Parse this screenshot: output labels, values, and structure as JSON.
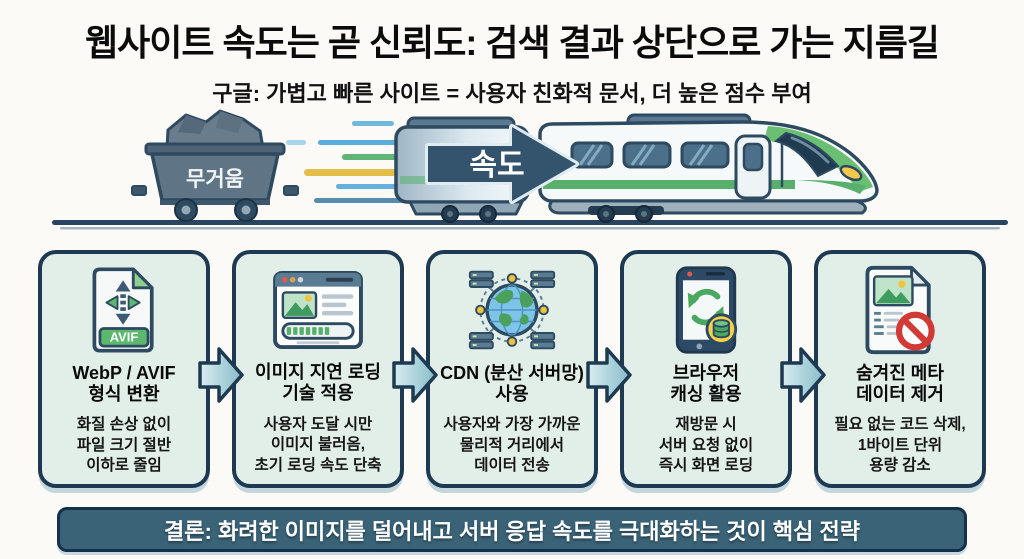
{
  "header": {
    "title": "웹사이트 속도는 곧 신뢰도: 검색 결과 상단으로 가는 지름길",
    "subtitle": "구글: 가볍고 빠른 사이트 = 사용자 친화적 문서, 더 높은 점수 부여"
  },
  "illustration": {
    "cart_label": "무거움",
    "speed_arrow_label": "속도"
  },
  "cards": [
    {
      "icon": "avif-file-compress-icon",
      "icon_badge": "AVIF",
      "title": "WebP / AVIF\n형식 변환",
      "description": "화질 손상 없이\n파일 크기 절반\n이하로 줄임"
    },
    {
      "icon": "lazy-loading-browser-icon",
      "title": "이미지 지연 로딩\n기술 적용",
      "description": "사용자 도달 시만\n이미지 불러옴,\n초기 로딩 속도 단축"
    },
    {
      "icon": "cdn-globe-network-icon",
      "title": "CDN (분산 서버망)\n사용",
      "description": "사용자와 가장 가까운\n물리적 거리에서\n데이터 전송"
    },
    {
      "icon": "browser-cache-phone-icon",
      "title": "브라우저\n캐싱 활용",
      "description": "재방문 시\n서버 요청 없이\n즉시 화면 로딩"
    },
    {
      "icon": "metadata-remove-document-icon",
      "title": "숨겨진 메타\n데이터 제거",
      "description": "필요 없는 코드 삭제,\n1바이트 단위\n용량 감소"
    }
  ],
  "footer": {
    "conclusion": "결론: 화려한 이미지를 덜어내고 서버 응답 속도를 극대화하는 것이 핵심 전략"
  },
  "colors": {
    "card_bg": "#e2efe9",
    "card_border": "#1e3a52",
    "banner_bg": "#3a6377",
    "accent_green": "#58b06c",
    "accent_navy": "#2e4a60",
    "arrow_fill_light": "#cfe8ec",
    "arrow_fill_dark": "#86bcc9"
  }
}
